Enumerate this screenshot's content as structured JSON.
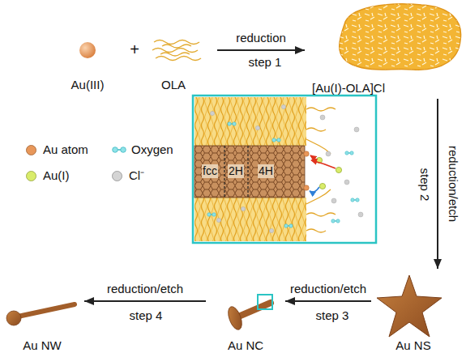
{
  "diagram": {
    "nodes": [
      {
        "text": [
          "Au(III)"
        ]
      },
      {
        "text": [
          "OLA"
        ]
      },
      {
        "text": [
          "[Au(I)-OLA]Cl"
        ]
      },
      {
        "text": [
          "Au NS"
        ]
      },
      {
        "text": [
          "Au NC"
        ]
      },
      {
        "text": [
          "Au NW"
        ]
      }
    ],
    "edges": [
      {
        "from": 1,
        "to": 2,
        "arrow": "to",
        "label": "reduction"
      },
      {
        "from": 2,
        "to": 3,
        "arrow": "to",
        "label": "reduction/etch"
      },
      {
        "from": 3,
        "to": 4,
        "arrow": "to",
        "label": "reduction/etch"
      },
      {
        "from": 4,
        "to": 5,
        "arrow": "to",
        "label": "reduction/etch"
      }
    ],
    "labels": [
      "+",
      "step 1",
      "step 2",
      "step 3",
      "step 4",
      "fcc",
      "2H",
      "4H"
    ],
    "legend": [
      {
        "text": "Au atom",
        "color": "#e8975a"
      },
      {
        "text": "Oxygen"
      },
      {
        "text": "Au(I)",
        "color": "#d9ec6a"
      },
      {
        "text": "Cl⁻",
        "color": "#d4d4d4"
      }
    ]
  }
}
